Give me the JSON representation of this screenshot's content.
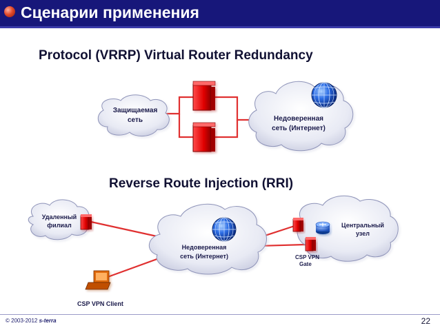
{
  "header": {
    "title": "Сценарии применения"
  },
  "sections": {
    "vrrp_title": "Protocol (VRRP) Virtual Router Redundancy",
    "rri_title": "Reverse Route Injection (RRI)"
  },
  "vrrp": {
    "protected_net": [
      "Защищаемая",
      "сеть"
    ],
    "untrusted_net": [
      "Недоверенная",
      "сеть (Интернет)"
    ]
  },
  "rri": {
    "remote_branch": [
      "Удаленный",
      "филиал"
    ],
    "internet": [
      "Недоверенная",
      "сеть (Интернет)"
    ],
    "central_node": [
      "Центральный",
      "узел"
    ],
    "gate": [
      "CSP VPN",
      "Gate"
    ],
    "client": "CSP VPN Client"
  },
  "colors": {
    "header_bg": "#17177a",
    "link": "#e03030",
    "device": "#e00000",
    "cloud": "#eef0f8"
  },
  "icons": [
    "bullet-icon",
    "globe-icon",
    "router-icon",
    "laptop-icon",
    "firewall-icon",
    "cloud-icon"
  ],
  "footer": {
    "copyright": "© 2003-2012",
    "brand": "s-terra",
    "page": "22"
  }
}
